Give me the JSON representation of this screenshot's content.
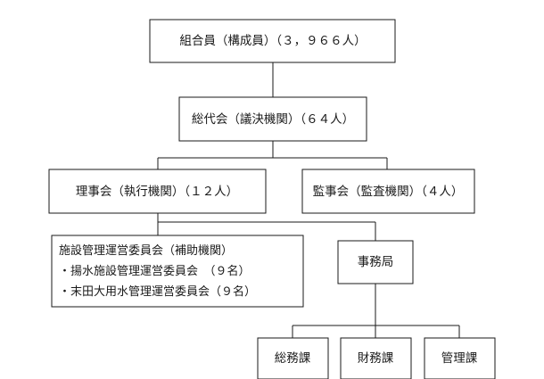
{
  "org_chart": {
    "union_members": "組合員（構成員）（３，９６６人）",
    "general_assembly": "総代会（議決機関）（６４人）",
    "board_of_directors": "理事会（執行機関）（１２人）",
    "audit_committee": "監事会（監査機関）（４人）",
    "facility_committee": {
      "title": "施設管理運営委員会（補助機関）",
      "items": [
        "・揚水施設管理運営委員会　（９名）",
        "・末田大用水管理運営委員会（９名）"
      ]
    },
    "secretariat": "事務局",
    "sections": [
      "総務課",
      "財務課",
      "管理課"
    ]
  }
}
